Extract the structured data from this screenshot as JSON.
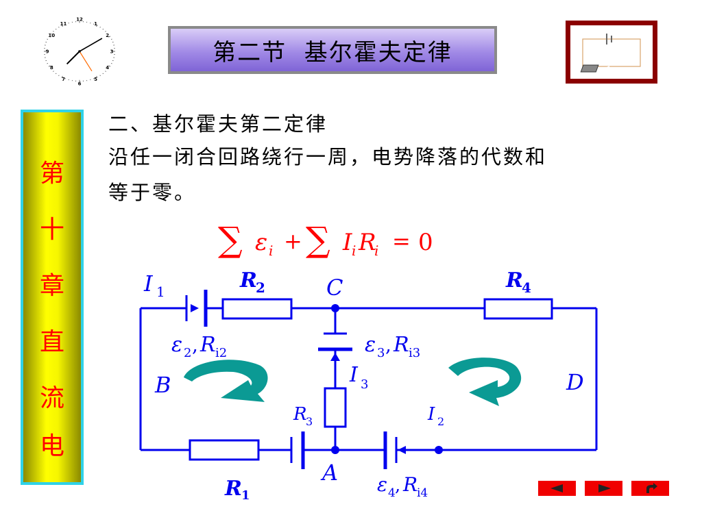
{
  "header": {
    "title": "第二节  基尔霍夫定律"
  },
  "clock": {
    "numbers": [
      "12",
      "1",
      "2",
      "3",
      "4",
      "5",
      "6",
      "7",
      "8",
      "9",
      "10",
      "11"
    ],
    "hour_hand_angle_deg": 225,
    "minute_hand_angle_deg": 60,
    "second_hand_angle_deg": 148
  },
  "sidebar": {
    "chars": [
      "第",
      "十",
      "章",
      "直",
      "流",
      "电"
    ]
  },
  "content": {
    "subtitle": "二、基尔霍夫第二定律",
    "line1": "沿任一闭合回路绕行一周，电势降落的代数和",
    "line2": "等于零。"
  },
  "formula": {
    "sum1": "∑",
    "eps": "ε",
    "eps_sub": "i",
    "plus": "+",
    "sum2": "∑",
    "I": "I",
    "I_sub": "i",
    "R": "R",
    "R_sub": "i",
    "equals": "=",
    "zero": "0"
  },
  "circuit": {
    "I1": "I",
    "I1_sub": "1",
    "R2": "R",
    "R2_sub": "2",
    "C": "C",
    "R4": "R",
    "R4_sub": "4",
    "e2": "ε",
    "e2_sub": "2",
    "e2_comma": ",",
    "Ri2": "R",
    "Ri2_sub": "i2",
    "e3": "ε",
    "e3_sub": "3",
    "e3_comma": ",",
    "Ri3": "R",
    "Ri3_sub": "i3",
    "I3": "I",
    "I3_sub": "3",
    "B": "B",
    "D": "D",
    "R3": "R",
    "R3_sub": "3",
    "I2": "I",
    "I2_sub": "2",
    "A": "A",
    "R1": "R",
    "R1_sub": "1",
    "e4": "ε",
    "e4_sub": "4",
    "e4_comma": ",",
    "Ri4": "R",
    "Ri4_sub": "i4"
  },
  "colors": {
    "wire": "#0000ee",
    "loop_arrow": "#0b9a94",
    "formula": "#ff0000",
    "nav_button": "#f00000"
  },
  "nav": {
    "prev_icon": "triangle-left-icon",
    "next_icon": "triangle-right-icon",
    "return_icon": "return-arrow-icon"
  }
}
